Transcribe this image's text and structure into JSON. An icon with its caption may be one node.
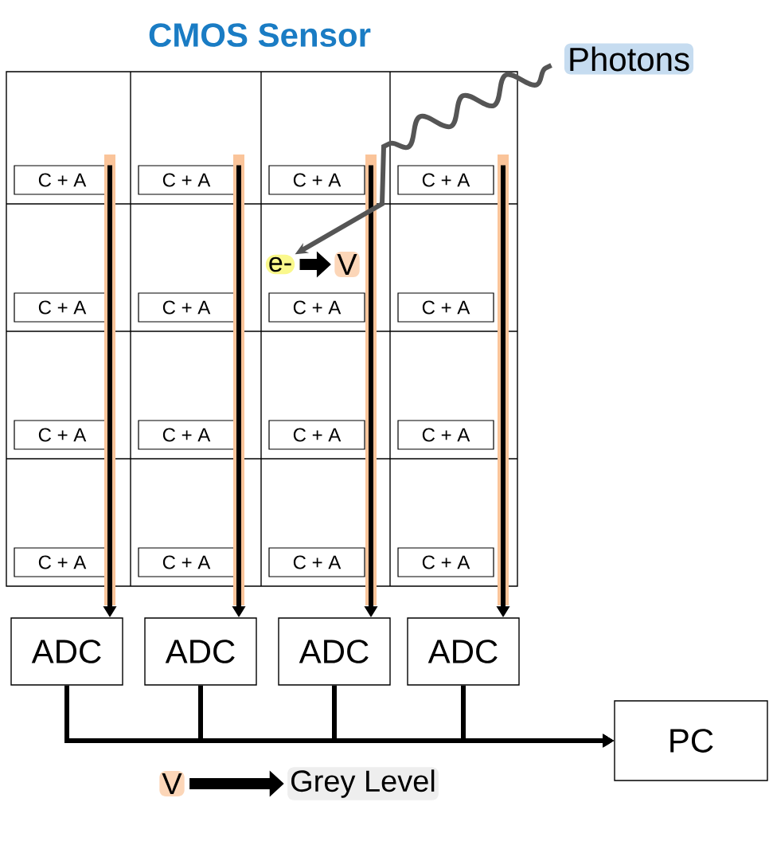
{
  "diagram": {
    "title": "CMOS Sensor",
    "nodes": [
      {
        "text": [
          "C + A"
        ]
      },
      {
        "text": [
          "C + A"
        ]
      },
      {
        "text": [
          "C + A"
        ]
      },
      {
        "text": [
          "C + A"
        ]
      },
      {
        "text": [
          "C + A"
        ]
      },
      {
        "text": [
          "C + A"
        ]
      },
      {
        "text": [
          "C + A"
        ]
      },
      {
        "text": [
          "C + A"
        ]
      },
      {
        "text": [
          "C + A"
        ]
      },
      {
        "text": [
          "C + A"
        ]
      },
      {
        "text": [
          "C + A"
        ]
      },
      {
        "text": [
          "C + A"
        ]
      },
      {
        "text": [
          "C + A"
        ]
      },
      {
        "text": [
          "C + A"
        ]
      },
      {
        "text": [
          "C + A"
        ]
      },
      {
        "text": [
          "C + A"
        ]
      },
      {
        "text": [
          "ADC"
        ]
      },
      {
        "text": [
          "ADC"
        ]
      },
      {
        "text": [
          "ADC"
        ]
      },
      {
        "text": [
          "ADC"
        ]
      },
      {
        "text": [
          "PC"
        ]
      },
      {
        "text": [
          "Photons"
        ]
      },
      {
        "text": [
          "e-"
        ]
      },
      {
        "text": [
          "V"
        ]
      },
      {
        "text": [
          "V"
        ]
      },
      {
        "text": [
          "Grey Level"
        ]
      }
    ],
    "edges": [
      {
        "from": 0,
        "to": 16,
        "arrow": "to"
      },
      {
        "from": 1,
        "to": 17,
        "arrow": "to"
      },
      {
        "from": 2,
        "to": 18,
        "arrow": "to"
      },
      {
        "from": 3,
        "to": 19,
        "arrow": "to"
      },
      {
        "from": 16,
        "to": 20,
        "arrow": "to"
      },
      {
        "from": 17,
        "to": 20,
        "arrow": "to"
      },
      {
        "from": 18,
        "to": 20,
        "arrow": "to"
      },
      {
        "from": 19,
        "to": 20,
        "arrow": "to"
      },
      {
        "from": 21,
        "to": 22,
        "arrow": "to",
        "color": "#555555"
      },
      {
        "from": 22,
        "to": 23,
        "arrow": "to",
        "style": "thick"
      },
      {
        "from": 24,
        "to": 25,
        "arrow": "to",
        "style": "thick"
      }
    ]
  }
}
